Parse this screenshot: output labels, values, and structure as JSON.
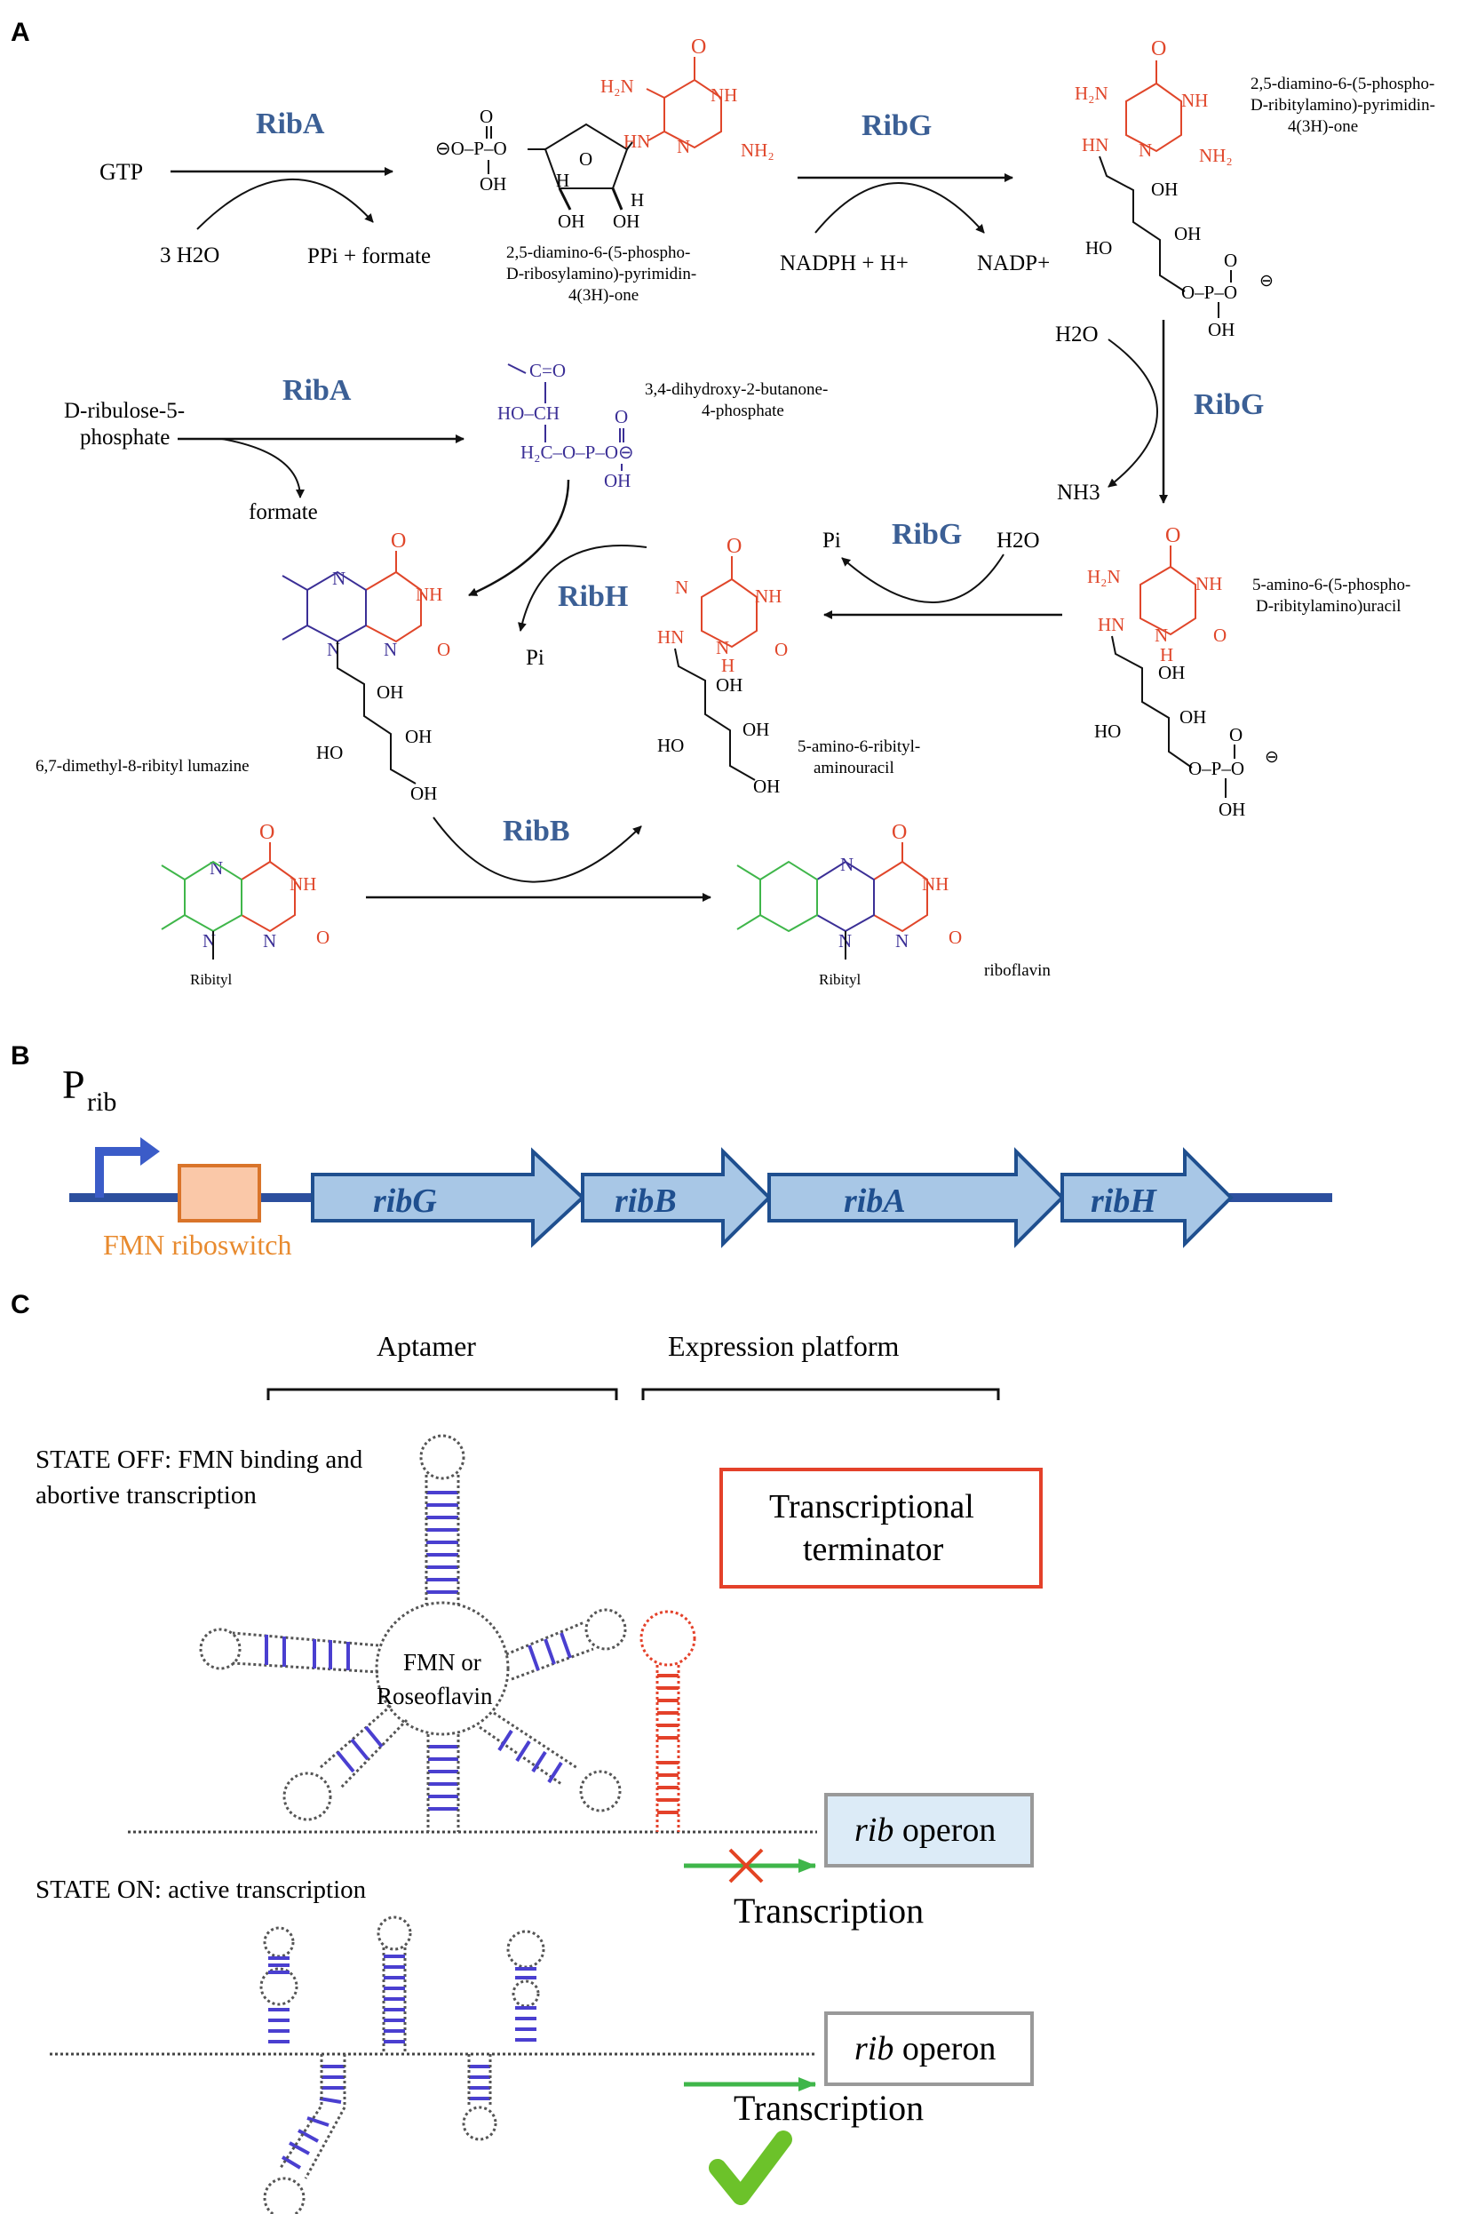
{
  "panels": {
    "a": "A",
    "b": "B",
    "c": "C"
  },
  "colors": {
    "enzyme": "#3b5f95",
    "pyrimidine": "#e0462a",
    "ribulose_derived": "#3b2f96",
    "methyl": "#3fb64a",
    "gene_fill": "#a8c7e6",
    "gene_stroke": "#1f4f8f",
    "riboswitch_fill": "#fac8a8",
    "riboswitch_stroke": "#d9742a",
    "rna_stem": "#4a3fd0",
    "terminator": "#e4412a",
    "arrow": "#3fb64a",
    "check": "#6cc22a",
    "cross": "#e34423"
  },
  "panel_a": {
    "enzymes": {
      "ribA_1": "RibA",
      "ribG_1": "RibG",
      "ribA_2": "RibA",
      "ribG_2": "RibG",
      "ribG_3": "RibG",
      "ribH": "RibH",
      "ribB": "RibB"
    },
    "reactants": {
      "gtp": "GTP",
      "water": "3 H2O",
      "ppi": "PPi + formate",
      "nadph": "NADPH + H+",
      "nadp": "NADP+",
      "ribulose": [
        "D-ribulose-5-",
        "phosphate"
      ],
      "formate": "formate",
      "h2o_1": "H2O",
      "nh3": "NH3",
      "pi_1": "Pi",
      "h2o_2": "H2O",
      "pi_2": "Pi"
    },
    "compounds": {
      "c1": [
        "2,5-diamino-6-(5-phospho-",
        "D-ribosylamino)-pyrimidin-",
        "4(3H)-one"
      ],
      "c2": [
        "2,5-diamino-6-(5-phospho-",
        "D-ribitylamino)-pyrimidin-",
        "4(3H)-one"
      ],
      "c3": [
        "3,4-dihydroxy-2-butanone-",
        "4-phosphate"
      ],
      "c4": [
        "5-amino-6-(5-phospho-",
        "D-ribitylamino)uracil"
      ],
      "c5": [
        "5-amino-6-ribityl-",
        "aminouracil"
      ],
      "c6": "6,7-dimethyl-8-ribityl lumazine",
      "ribityl": "Ribityl",
      "riboflavin": "riboflavin"
    }
  },
  "panel_b": {
    "promoter": "P",
    "promoter_sub": "rib",
    "genes": [
      "ribG",
      "ribB",
      "ribA",
      "ribH"
    ],
    "riboswitch": "FMN riboswitch"
  },
  "panel_c": {
    "aptamer": "Aptamer",
    "expression_platform": "Expression platform",
    "state_off": [
      "STATE OFF: FMN binding and",
      "abortive transcription"
    ],
    "terminator": [
      "Transcriptional",
      "terminator"
    ],
    "ligand": [
      "FMN or",
      "Roseoflavin"
    ],
    "operon_italic": "rib",
    "operon": " operon",
    "transcription": "Transcription",
    "state_on": "STATE ON: active transcription"
  }
}
